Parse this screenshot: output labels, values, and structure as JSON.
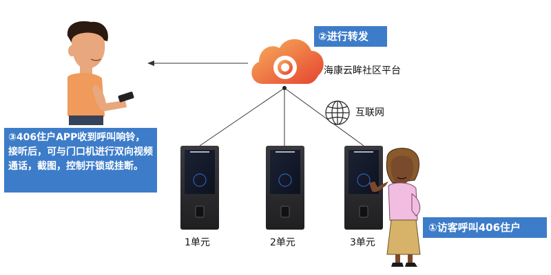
{
  "steps": {
    "step1": "①访客呼叫406住户",
    "step2": "②进行转发",
    "step3": "③406住户APP收到呼叫响铃，接听后，可与门口机进行双向视频通话，截图，控制开锁或挂断。"
  },
  "platform": {
    "name": "海康云眸社区平台",
    "icon": "cloud-logo-icon"
  },
  "network": {
    "label": "互联网",
    "icon": "globe-icon"
  },
  "units": [
    "1单元",
    "2单元",
    "3单元"
  ],
  "people": {
    "resident": "resident-figure",
    "visitor": "visitor-figure"
  },
  "colors": {
    "box": "#3d7cc9",
    "cloud_light": "#f5a25d",
    "cloud_dark": "#e8503a",
    "panel": "#2a2a2c"
  }
}
